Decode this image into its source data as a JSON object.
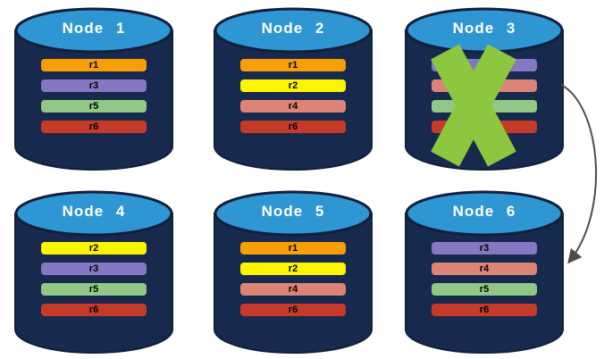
{
  "colors": {
    "cylinder_body": "#18294E",
    "cylinder_outline": "#101F3C",
    "cylinder_top": "#2E96D3",
    "replica_r1": "#F89E06",
    "replica_r2": "#FCF500",
    "replica_r3": "#8478C2",
    "replica_r4": "#DD8477",
    "replica_r5": "#92C785",
    "replica_r6": "#C53B28",
    "failure_x": "#8DC63F",
    "arrow": "#4D4D4D"
  },
  "nodes": [
    {
      "id": "node-1",
      "title": "Node 1",
      "failed": false,
      "replicas": [
        {
          "label": "r1",
          "color_key": "replica_r1"
        },
        {
          "label": "r3",
          "color_key": "replica_r3"
        },
        {
          "label": "r5",
          "color_key": "replica_r5"
        },
        {
          "label": "r6",
          "color_key": "replica_r6"
        }
      ]
    },
    {
      "id": "node-2",
      "title": "Node 2",
      "failed": false,
      "replicas": [
        {
          "label": "r1",
          "color_key": "replica_r1"
        },
        {
          "label": "r2",
          "color_key": "replica_r2"
        },
        {
          "label": "r4",
          "color_key": "replica_r4"
        },
        {
          "label": "r6",
          "color_key": "replica_r6"
        }
      ]
    },
    {
      "id": "node-3",
      "title": "Node 3",
      "failed": true,
      "replicas": [
        {
          "label": "r3",
          "color_key": "replica_r3"
        },
        {
          "label": "",
          "color_key": "replica_r4"
        },
        {
          "label": "",
          "color_key": "replica_r5"
        },
        {
          "label": "",
          "color_key": "replica_r6"
        }
      ]
    },
    {
      "id": "node-4",
      "title": "Node 4",
      "failed": false,
      "replicas": [
        {
          "label": "r2",
          "color_key": "replica_r2"
        },
        {
          "label": "r3",
          "color_key": "replica_r3"
        },
        {
          "label": "r5",
          "color_key": "replica_r5"
        },
        {
          "label": "r6",
          "color_key": "replica_r6"
        }
      ]
    },
    {
      "id": "node-5",
      "title": "Node 5",
      "failed": false,
      "replicas": [
        {
          "label": "r1",
          "color_key": "replica_r1"
        },
        {
          "label": "r2",
          "color_key": "replica_r2"
        },
        {
          "label": "r4",
          "color_key": "replica_r4"
        },
        {
          "label": "r6",
          "color_key": "replica_r6"
        }
      ]
    },
    {
      "id": "node-6",
      "title": "Node 6",
      "failed": false,
      "replicas": [
        {
          "label": "r3",
          "color_key": "replica_r3"
        },
        {
          "label": "r4",
          "color_key": "replica_r4"
        },
        {
          "label": "r5",
          "color_key": "replica_r5"
        },
        {
          "label": "r6",
          "color_key": "replica_r6"
        }
      ]
    }
  ],
  "arrow": {
    "from": "Node 3",
    "to": "Node 6"
  }
}
